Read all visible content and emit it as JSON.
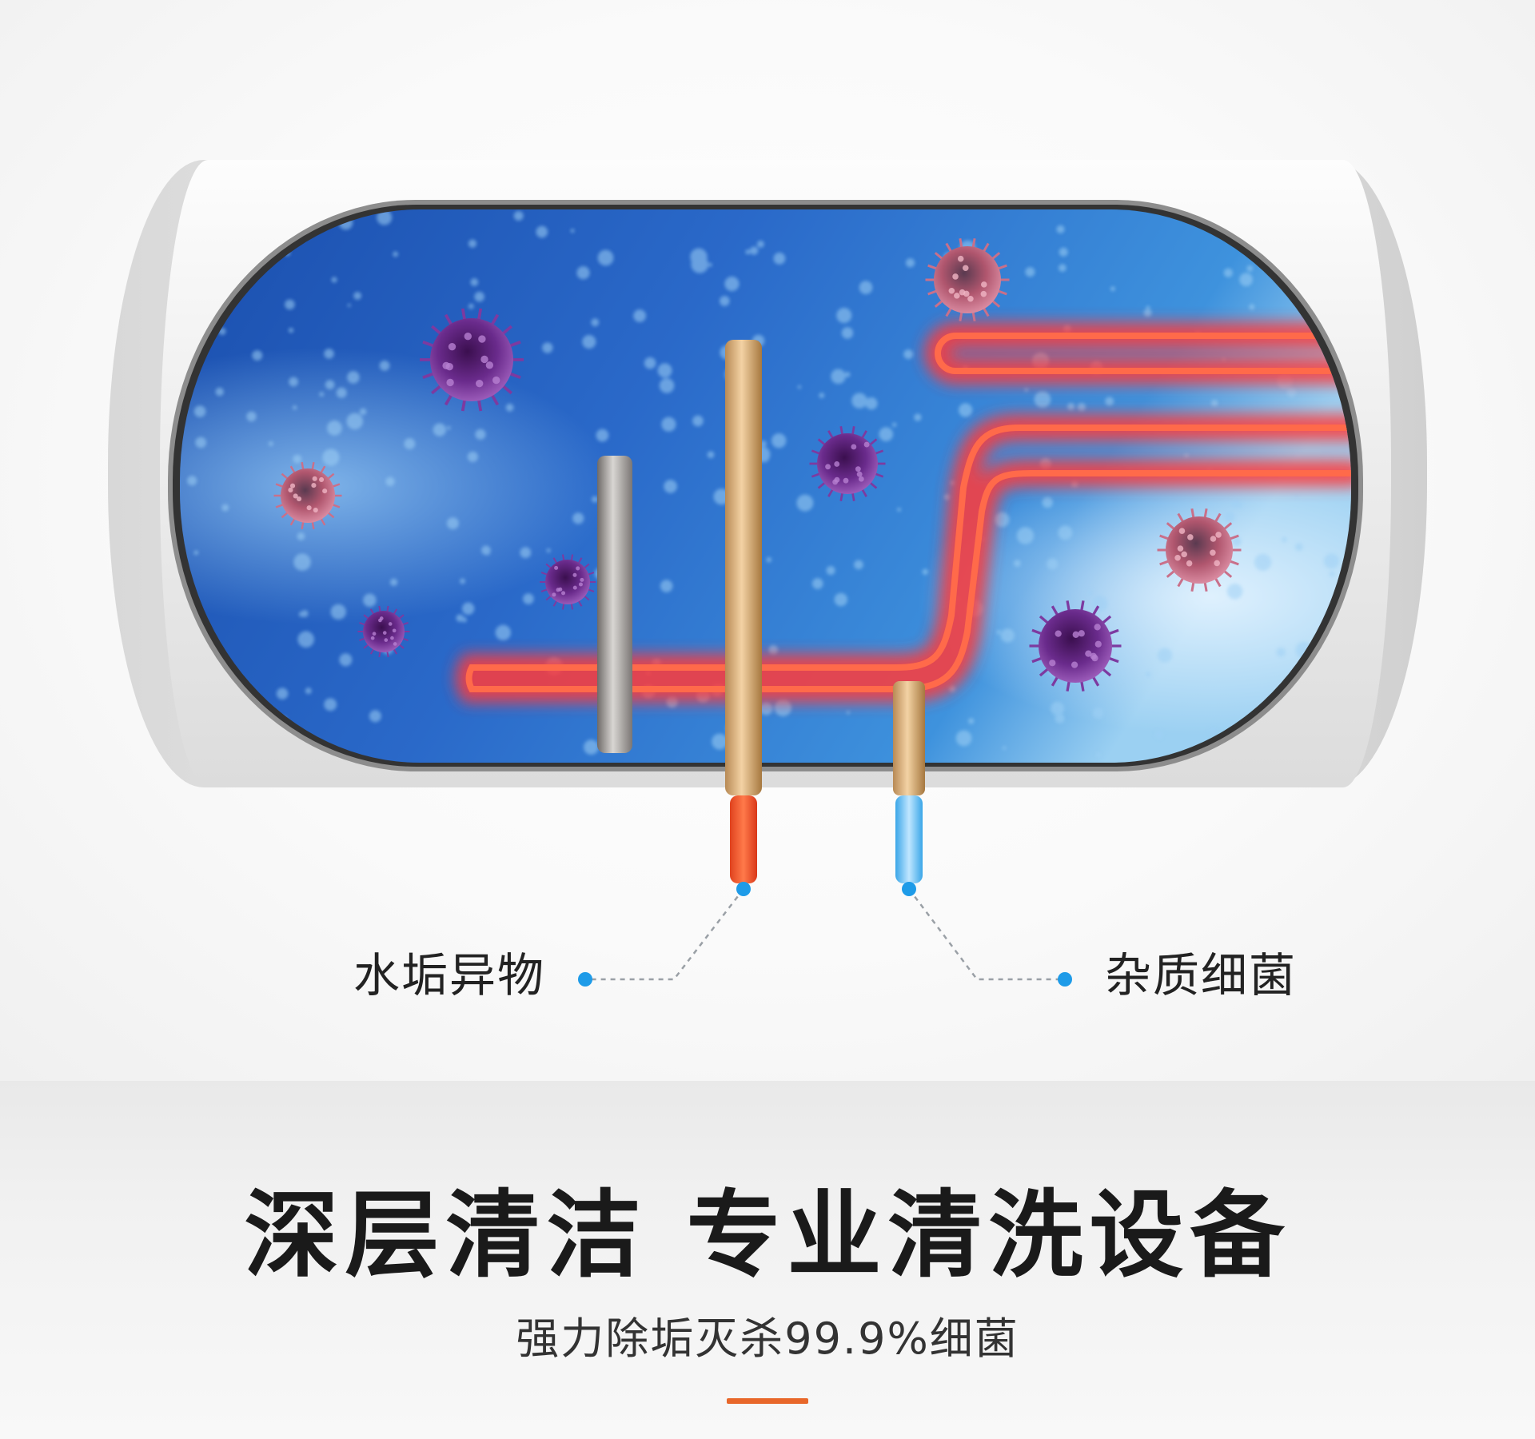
{
  "callouts": {
    "left_label": "水垢异物",
    "right_label": "杂质细菌"
  },
  "headline": "深层清洁 专业清洗设备",
  "subheadline": "强力除垢灭杀99.9%细菌",
  "colors": {
    "accent": "#e8672a",
    "callout_dot": "#1e9be8",
    "water": "#1f5fc4",
    "heating_element": "#ff5a3c",
    "bacteria": "#6b2b8a"
  }
}
